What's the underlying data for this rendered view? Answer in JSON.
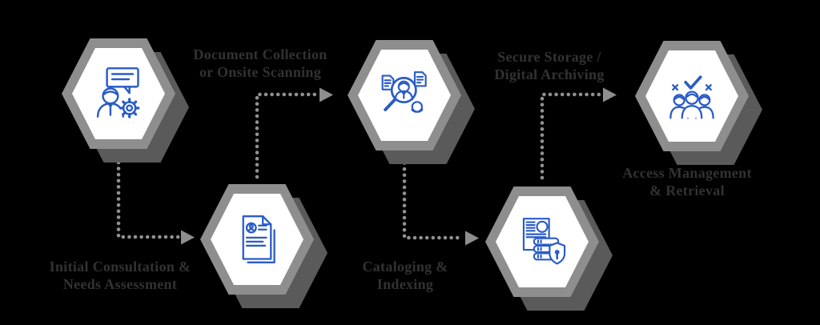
{
  "diagram": {
    "background_color": "#000000",
    "colors": {
      "hexagon_ring": "#8e8e8e",
      "hexagon_shadow": "#5a5a5a",
      "hexagon_face": "#ffffff",
      "icon_blue": "#2a5cc6",
      "label_text": "#323232",
      "connector_gray": "#919191"
    },
    "steps": [
      {
        "label": "Initial Consultation &\nNeeds Assessment",
        "icon": "consultation-gear-icon"
      },
      {
        "label": "Document Collection\nor Onsite Scanning",
        "icon": "document-profile-icon"
      },
      {
        "label": "Cataloging &\nIndexing",
        "icon": "magnifier-person-documents-icon"
      },
      {
        "label": "Secure Storage /\nDigital Archiving",
        "icon": "server-shield-lock-icon"
      },
      {
        "label": "Access Management\n& Retrieval",
        "icon": "team-checkmark-icon"
      }
    ],
    "connectors": [
      {
        "from": "initial-consultation",
        "to": "document-collection",
        "style": "dotted-right-angle-arrow"
      },
      {
        "from": "document-collection",
        "to": "cataloging-indexing",
        "style": "dotted-right-angle-arrow"
      },
      {
        "from": "cataloging-indexing",
        "to": "secure-storage",
        "style": "dotted-right-angle-arrow"
      },
      {
        "from": "secure-storage",
        "to": "access-management",
        "style": "dotted-right-angle-arrow"
      }
    ]
  }
}
